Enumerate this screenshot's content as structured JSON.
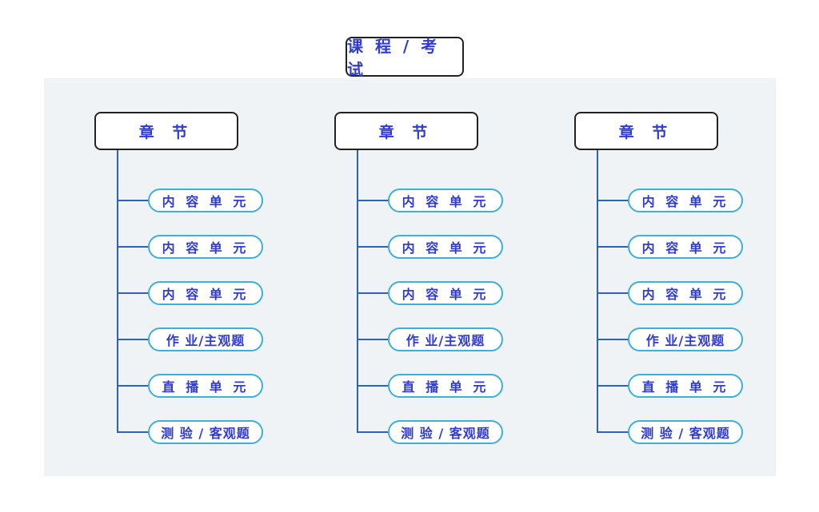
{
  "root": {
    "label": "课 程 / 考 试"
  },
  "columns": [
    {
      "chapter": "章 节",
      "items": [
        "内 容 单 元",
        "内 容 单 元",
        "内 容 单 元",
        "作 业/主观题",
        "直 播 单 元",
        "测 验 / 客观题"
      ]
    },
    {
      "chapter": "章 节",
      "items": [
        "内 容 单 元",
        "内 容 单 元",
        "内 容 单 元",
        "作 业/主观题",
        "直 播 单 元",
        "测 验 / 客观题"
      ]
    },
    {
      "chapter": "章 节",
      "items": [
        "内 容 单 元",
        "内 容 单 元",
        "内 容 单 元",
        "作 业/主观题",
        "直 播 单 元",
        "测 验 / 客观题"
      ]
    }
  ],
  "colors": {
    "text": "#2f3bd6",
    "connector": "#2a64b8",
    "pill_border": "#3bb0dc",
    "panel": "#eff3f5"
  }
}
